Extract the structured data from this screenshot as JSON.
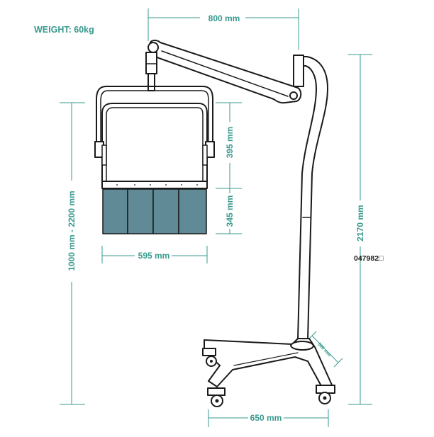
{
  "weight_label": "WEIGHT: 60kg",
  "product_code": "047982□",
  "dimensions": {
    "arm_reach": "800 mm",
    "total_height": "2170 mm",
    "height_range": "1000 mm - 2200 mm",
    "head_upper": "395 mm",
    "head_lower": "345 mm",
    "head_width": "595 mm",
    "base_width": "650 mm",
    "base_leg": "500 mm"
  },
  "colors": {
    "dimension": "#3a9a8e",
    "outline": "#1a1a1a",
    "panel": "#5f8a96",
    "background": "#ffffff"
  }
}
